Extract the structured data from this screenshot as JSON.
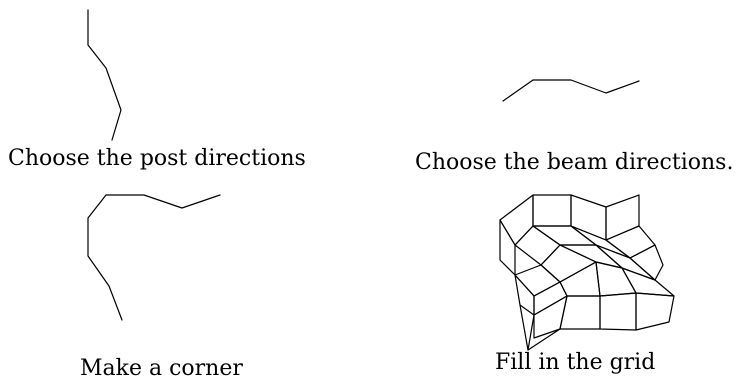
{
  "panels": {
    "post": {
      "caption": "Choose the post directions"
    },
    "beam": {
      "caption": "Choose the beam directions."
    },
    "corner": {
      "caption": "Make a corner"
    },
    "grid": {
      "caption": "Fill in the grid"
    }
  }
}
